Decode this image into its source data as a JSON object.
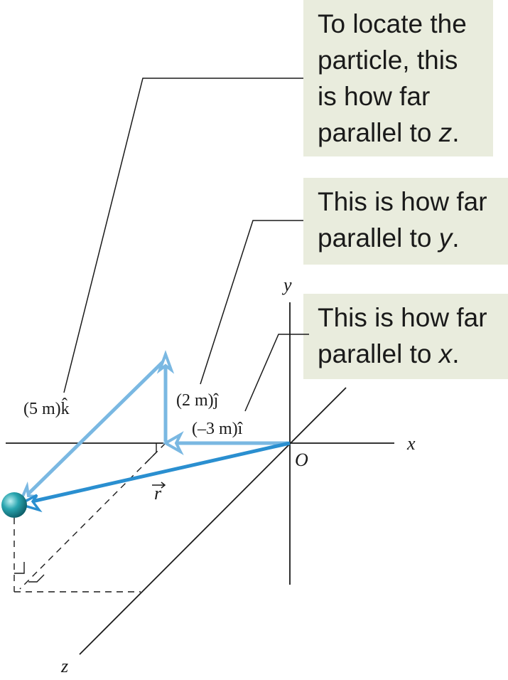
{
  "callouts": {
    "z": {
      "line1": "To locate the",
      "line2": "particle, this",
      "line3": "is how far",
      "line4_pre": "parallel to ",
      "line4_var": "z",
      "line4_post": "."
    },
    "y": {
      "line1": "This is how far",
      "line2_pre": "parallel to ",
      "line2_var": "y",
      "line2_post": "."
    },
    "x": {
      "line1": "This is how far",
      "line2_pre": "parallel to ",
      "line2_var": "x",
      "line2_post": "."
    }
  },
  "axes": {
    "x": "x",
    "y": "y",
    "z": "z",
    "origin": "O"
  },
  "vectors": {
    "k_label": "(5 m)k̂",
    "j_label": "(2 m)ĵ",
    "i_label": "(–3 m)î",
    "r_label": "r"
  },
  "colors": {
    "component_vector": "#7ab8e2",
    "position_vector": "#2a8fd0",
    "callout_bg": "#e9ecdd",
    "particle": "#2aa6b0"
  }
}
